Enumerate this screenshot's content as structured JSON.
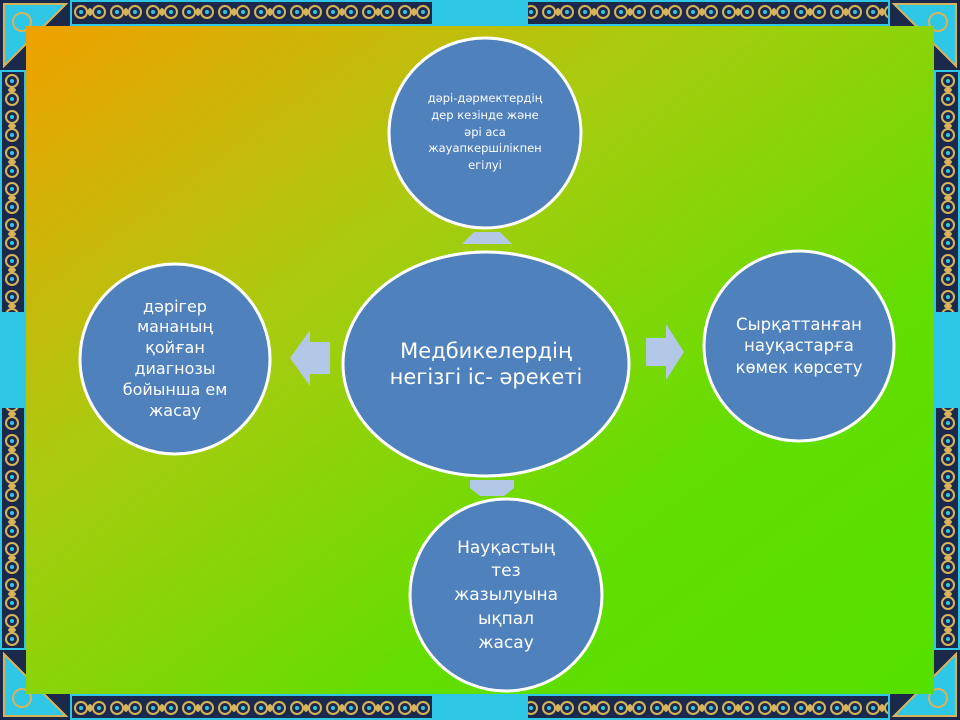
{
  "diagram": {
    "center": "Медбикелердің\nнегізгі іс- әрекеті",
    "top": "дәрі-дәрмектердің\nдер кезінде  және\nәрі аса\nжауапкершілікпен\nегілуі",
    "right": "Сырқаттанған\nнауқастарға\nкөмек көрсету",
    "bottom": "Науқастың\nтез\nжазылуына\nықпал\n жасау",
    "left": "дәрігер\nмананың\nқойған\nдиагнозы\nбойынша ем\nжасау"
  },
  "colors": {
    "node_fill": "#4f81bd",
    "node_stroke": "#ffffff",
    "arrow_fill": "#b3c8e6",
    "frame_blue": "#2ec7e6",
    "frame_dark": "#1b2a4a",
    "frame_gold": "#d8b35a",
    "bg_orange": "#f0a000",
    "bg_green": "#55e000"
  }
}
